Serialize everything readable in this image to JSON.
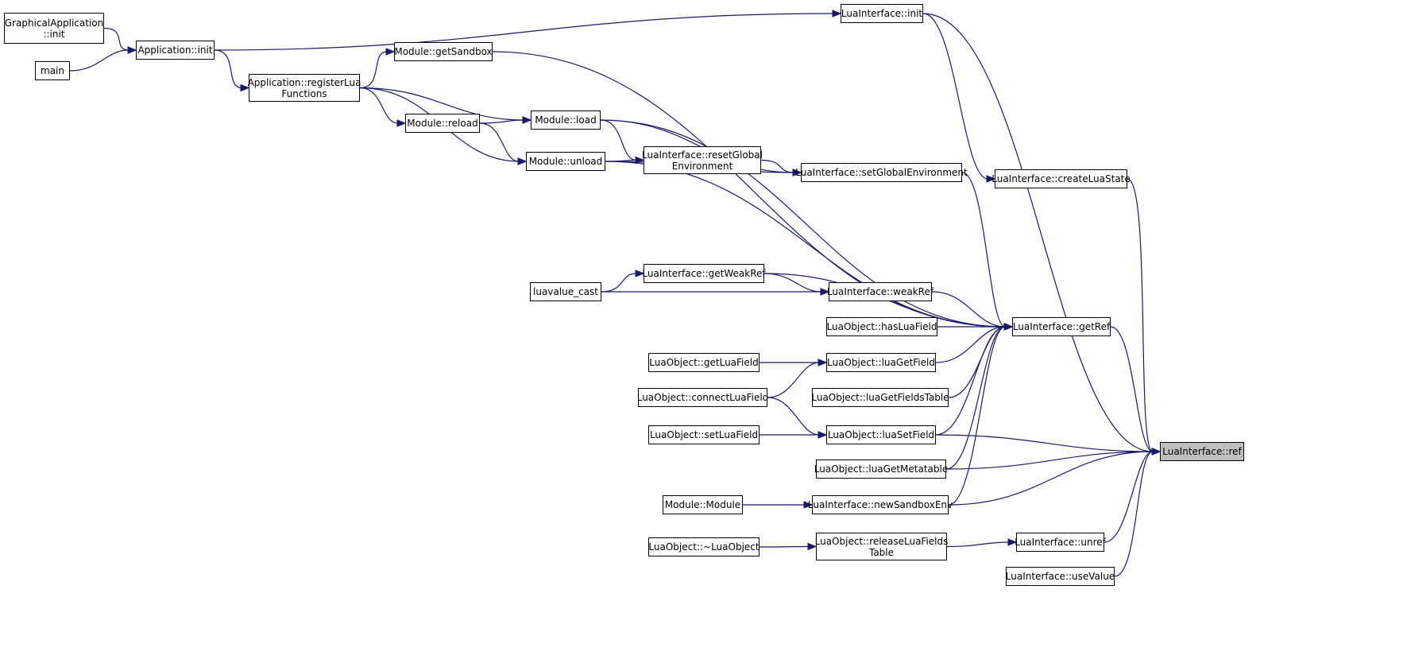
{
  "nodes": [
    {
      "id": "graphical_init",
      "label": "GraphicalApplication\n::init"
    },
    {
      "id": "main",
      "label": "main"
    },
    {
      "id": "app_init",
      "label": "Application::init"
    },
    {
      "id": "app_register",
      "label": "Application::registerLua\nFunctions"
    },
    {
      "id": "module_getsandbox",
      "label": "Module::getSandbox"
    },
    {
      "id": "module_reload",
      "label": "Module::reload"
    },
    {
      "id": "module_load",
      "label": "Module::load"
    },
    {
      "id": "module_unload",
      "label": "Module::unload"
    },
    {
      "id": "li_resetglobal",
      "label": "LuaInterface::resetGlobal\nEnvironment"
    },
    {
      "id": "li_setglobal",
      "label": "LuaInterface::setGlobalEnvironment"
    },
    {
      "id": "li_init",
      "label": "LuaInterface::init"
    },
    {
      "id": "li_createluastate",
      "label": "LuaInterface::createLuaState"
    },
    {
      "id": "luavalue_cast",
      "label": "luavalue_cast"
    },
    {
      "id": "li_getweakref",
      "label": "LuaInterface::getWeakRef"
    },
    {
      "id": "li_weakref",
      "label": "LuaInterface::weakRef"
    },
    {
      "id": "lo_hasluafield",
      "label": "LuaObject::hasLuaField"
    },
    {
      "id": "li_getref",
      "label": "LuaInterface::getRef"
    },
    {
      "id": "lo_getluafield",
      "label": "LuaObject::getLuaField"
    },
    {
      "id": "lo_luagetfield",
      "label": "LuaObject::luaGetField"
    },
    {
      "id": "lo_connectluafield",
      "label": "LuaObject::connectLuaField"
    },
    {
      "id": "lo_luagetfieldstable",
      "label": "LuaObject::luaGetFieldsTable"
    },
    {
      "id": "lo_setluafield",
      "label": "LuaObject::setLuaField"
    },
    {
      "id": "lo_luasetfield",
      "label": "LuaObject::luaSetField"
    },
    {
      "id": "lo_luagetmetatable",
      "label": "LuaObject::luaGetMetatable"
    },
    {
      "id": "module_module",
      "label": "Module::Module"
    },
    {
      "id": "li_newsandboxenv",
      "label": "LuaInterface::newSandboxEnv"
    },
    {
      "id": "lo_destructor",
      "label": "LuaObject::~LuaObject"
    },
    {
      "id": "lo_releaseluafieldstable",
      "label": "LuaObject::releaseLuaFields\nTable"
    },
    {
      "id": "li_unref",
      "label": "LuaInterface::unref"
    },
    {
      "id": "li_usevalue",
      "label": "LuaInterface::useValue"
    },
    {
      "id": "li_ref",
      "label": "LuaInterface::ref"
    }
  ],
  "edges": [
    {
      "from": "graphical_init",
      "to": "app_init"
    },
    {
      "from": "main",
      "to": "app_init"
    },
    {
      "from": "app_init",
      "to": "li_init"
    },
    {
      "from": "app_init",
      "to": "app_register"
    },
    {
      "from": "app_register",
      "to": "module_getsandbox"
    },
    {
      "from": "app_register",
      "to": "module_load"
    },
    {
      "from": "app_register",
      "to": "module_reload"
    },
    {
      "from": "app_register",
      "to": "module_unload"
    },
    {
      "from": "module_reload",
      "to": "module_load"
    },
    {
      "from": "module_reload",
      "to": "module_unload"
    },
    {
      "from": "module_load",
      "to": "li_resetglobal"
    },
    {
      "from": "module_load",
      "to": "li_setglobal"
    },
    {
      "from": "module_unload",
      "to": "li_resetglobal"
    },
    {
      "from": "module_unload",
      "to": "li_setglobal"
    },
    {
      "from": "li_resetglobal",
      "to": "li_setglobal"
    },
    {
      "from": "li_init",
      "to": "li_createluastate"
    },
    {
      "from": "li_init",
      "to": "li_ref"
    },
    {
      "from": "module_getsandbox",
      "to": "li_getref"
    },
    {
      "from": "module_load",
      "to": "li_getref"
    },
    {
      "from": "module_unload",
      "to": "li_getref"
    },
    {
      "from": "li_setglobal",
      "to": "li_getref"
    },
    {
      "from": "luavalue_cast",
      "to": "li_getweakref"
    },
    {
      "from": "luavalue_cast",
      "to": "li_weakref"
    },
    {
      "from": "li_getweakref",
      "to": "li_weakref"
    },
    {
      "from": "li_getweakref",
      "to": "li_getref"
    },
    {
      "from": "li_weakref",
      "to": "li_getref"
    },
    {
      "from": "lo_hasluafield",
      "to": "li_getref"
    },
    {
      "from": "lo_getluafield",
      "to": "lo_luagetfield"
    },
    {
      "from": "lo_connectluafield",
      "to": "lo_luagetfield"
    },
    {
      "from": "lo_connectluafield",
      "to": "lo_luasetfield"
    },
    {
      "from": "lo_luagetfield",
      "to": "li_getref"
    },
    {
      "from": "lo_luagetfieldstable",
      "to": "li_getref"
    },
    {
      "from": "lo_setluafield",
      "to": "lo_luasetfield"
    },
    {
      "from": "lo_luasetfield",
      "to": "li_getref"
    },
    {
      "from": "lo_luagetmetatable",
      "to": "li_getref"
    },
    {
      "from": "module_module",
      "to": "li_newsandboxenv"
    },
    {
      "from": "li_newsandboxenv",
      "to": "li_getref"
    },
    {
      "from": "lo_destructor",
      "to": "lo_releaseluafieldstable"
    },
    {
      "from": "lo_releaseluafieldstable",
      "to": "li_unref"
    },
    {
      "from": "li_getref",
      "to": "li_ref"
    },
    {
      "from": "li_createluastate",
      "to": "li_ref"
    },
    {
      "from": "lo_luasetfield",
      "to": "li_ref"
    },
    {
      "from": "lo_luagetmetatable",
      "to": "li_ref"
    },
    {
      "from": "li_newsandboxenv",
      "to": "li_ref"
    },
    {
      "from": "li_unref",
      "to": "li_ref"
    },
    {
      "from": "li_usevalue",
      "to": "li_ref"
    }
  ],
  "highlight_node": "li_ref",
  "colors": {
    "edge": "#191970",
    "node_border": "#000000",
    "highlight_fill": "#bfbfbf",
    "background": "#ffffff"
  }
}
